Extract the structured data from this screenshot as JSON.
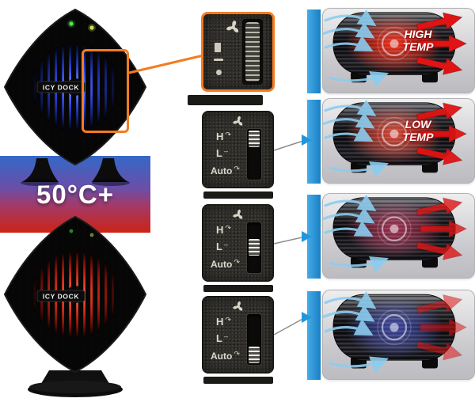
{
  "brand": {
    "logo_text": "ICY DOCK"
  },
  "left_panel": {
    "temperature_label": "50°C+",
    "top_device": "front grille with blue fan glow",
    "bottom_device": "front grille with red fan glow"
  },
  "switch_labels": {
    "high": "H",
    "high_mark": "↷",
    "low": "L",
    "low_mark": "–",
    "auto": "Auto",
    "auto_mark": "↷"
  },
  "switch_panels": [
    {
      "name": "magnified fan-speed switch",
      "selected": ""
    },
    {
      "name": "high speed setting",
      "selected": "H"
    },
    {
      "name": "low speed setting",
      "selected": "L"
    },
    {
      "name": "auto setting",
      "selected": "Auto"
    }
  ],
  "enclosures": [
    {
      "label_line1": "HIGH",
      "label_line2": "TEMP",
      "glow": "#ff2a10",
      "glow_opacity": "1",
      "arrow_opacity": "1"
    },
    {
      "label_line1": "LOW",
      "label_line2": "TEMP",
      "glow": "#f04830",
      "glow_opacity": "0.95",
      "arrow_opacity": "0.95"
    },
    {
      "label_line1": "",
      "label_line2": "",
      "glow": "#c23358",
      "glow_opacity": "0.85",
      "arrow_opacity": "0.8"
    },
    {
      "label_line1": "",
      "label_line2": "",
      "glow": "#4753c8",
      "glow_opacity": "0.8",
      "arrow_opacity": "0.55"
    }
  ],
  "colors": {
    "accent_orange": "#f47c20",
    "connector_blue": "#2196dc",
    "arrow_red": "#e01414",
    "arrow_blue": "#8ccdf0",
    "led_green": "#58e058",
    "led_amber": "#c6e05a",
    "gradient_top_blue": "#3468c8",
    "gradient_bottom_red": "#cc2414",
    "fan_glow_blue": "#2c43d8",
    "fan_glow_red": "#d42a16"
  }
}
